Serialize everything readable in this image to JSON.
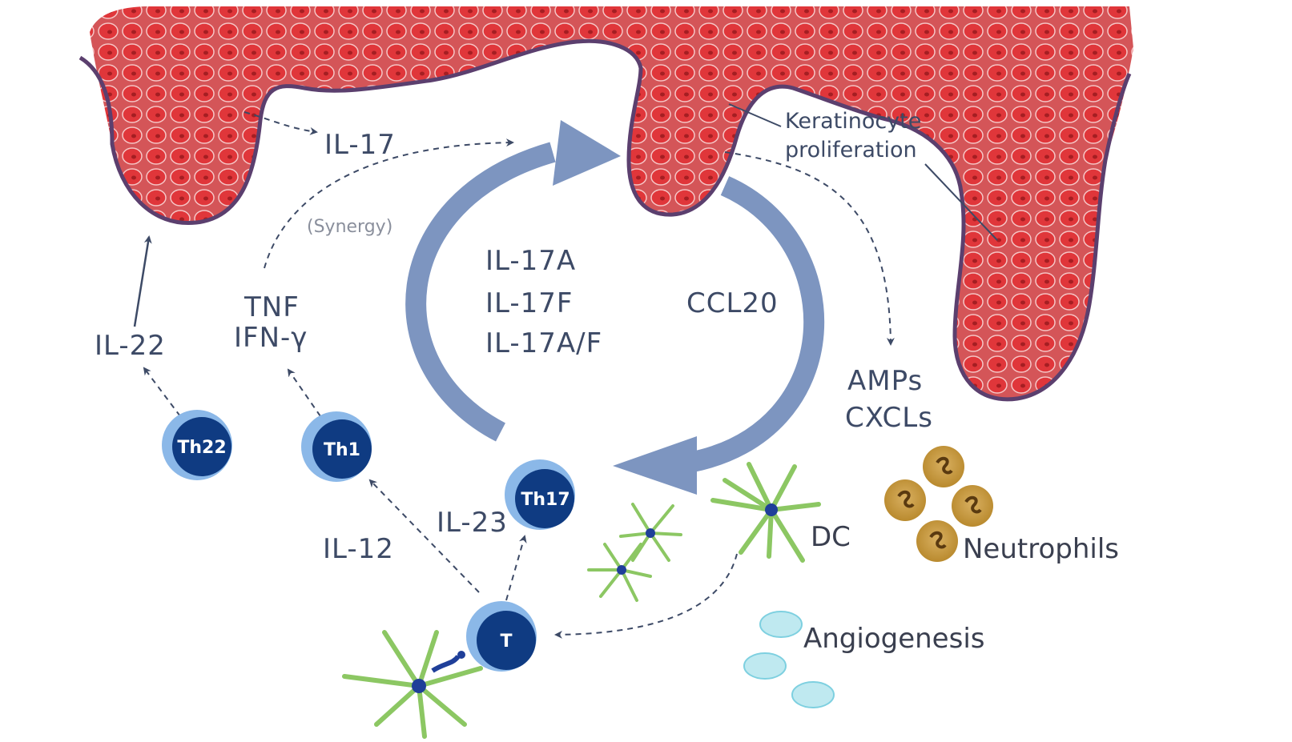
{
  "labels": {
    "il17_top": "IL-17",
    "synergy": "(Synergy)",
    "keratinocyte_line1": "Keratinocyte",
    "keratinocyte_line2": "proliferation",
    "il22": "IL-22",
    "tnf": "TNF",
    "ifn": "IFN-γ",
    "il17a": "IL-17A",
    "il17f": "IL-17F",
    "il17af": "IL-17A/F",
    "ccl20": "CCL20",
    "amps": "AMPs",
    "cxcls": "CXCLs",
    "il23": "IL-23",
    "il12": "IL-12",
    "dc": "DC",
    "neutrophils": "Neutrophils",
    "angiogenesis": "Angiogenesis"
  },
  "cells": {
    "th22": "Th22",
    "th1": "Th1",
    "th17": "Th17",
    "t": "T"
  },
  "colors": {
    "skin_fill": "#c94a4f",
    "skin_border": "#5b3f6e",
    "cell_red": "#e0363a",
    "cycle_arrow": "#7d95c0",
    "tcell_dark": "#0f3b82",
    "tcell_ring": "#8bb8e8",
    "dendritic": "#8cc763",
    "neutrophil": "#c79a3a",
    "vessel": "#bfe9f0",
    "text": "#3d4a66"
  }
}
